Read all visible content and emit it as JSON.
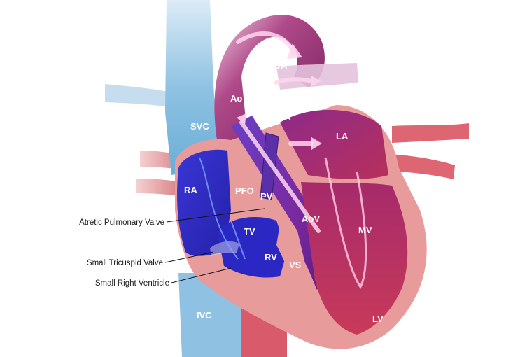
{
  "labels": {
    "pda": "PDA",
    "ao": "Ao",
    "mpa": "MPA",
    "svc": "SVC",
    "la": "LA",
    "ra": "RA",
    "pfo": "PFO",
    "pv": "PV",
    "tv": "TV",
    "aov": "AoV",
    "mv": "MV",
    "rv": "RV",
    "vs": "VS",
    "ivc": "IVC",
    "lv": "LV"
  },
  "callouts": {
    "atretic_pulmonary_valve": "Atretic Pulmonary Valve",
    "small_tricuspid_valve": "Small Tricuspid Valve",
    "small_right_ventricle": "Small Right Ventricle"
  },
  "colors": {
    "venous_blue": "#8fc2e2",
    "right_atrium": "#2f2bc8",
    "aorta": "#8a1f6a",
    "myocardium": "#e79b9b",
    "left_heart": "#b0305a",
    "vessel_red": "#c9505a"
  }
}
